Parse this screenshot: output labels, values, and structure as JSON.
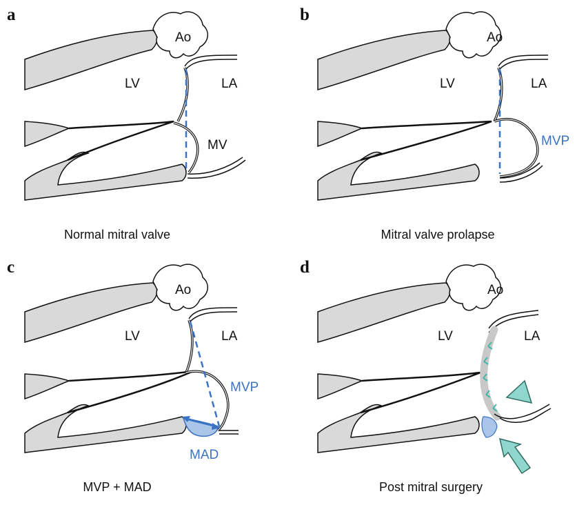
{
  "panels": [
    {
      "letter": "a",
      "caption": "Normal mitral valve",
      "labels": {
        "ao": "Ao",
        "lv": "LV",
        "la": "LA",
        "mv": "MV"
      }
    },
    {
      "letter": "b",
      "caption": "Mitral valve prolapse",
      "labels": {
        "ao": "Ao",
        "lv": "LV",
        "la": "LA",
        "mvp": "MVP"
      }
    },
    {
      "letter": "c",
      "caption": "MVP + MAD",
      "labels": {
        "ao": "Ao",
        "lv": "LV",
        "la": "LA",
        "mvp": "MVP",
        "mad": "MAD"
      }
    },
    {
      "letter": "d",
      "caption": "Post mitral surgery",
      "labels": {
        "ao": "Ao",
        "lv": "LV",
        "la": "LA"
      }
    }
  ],
  "colors": {
    "tissue": "#d9d9d9",
    "outline": "#111111",
    "annotation": "#3c72c2",
    "mad_fill": "#a9c6e8",
    "ring": "#c8c8c8",
    "suture": "#3fb8a8",
    "pointer": "#8fd7cc"
  }
}
